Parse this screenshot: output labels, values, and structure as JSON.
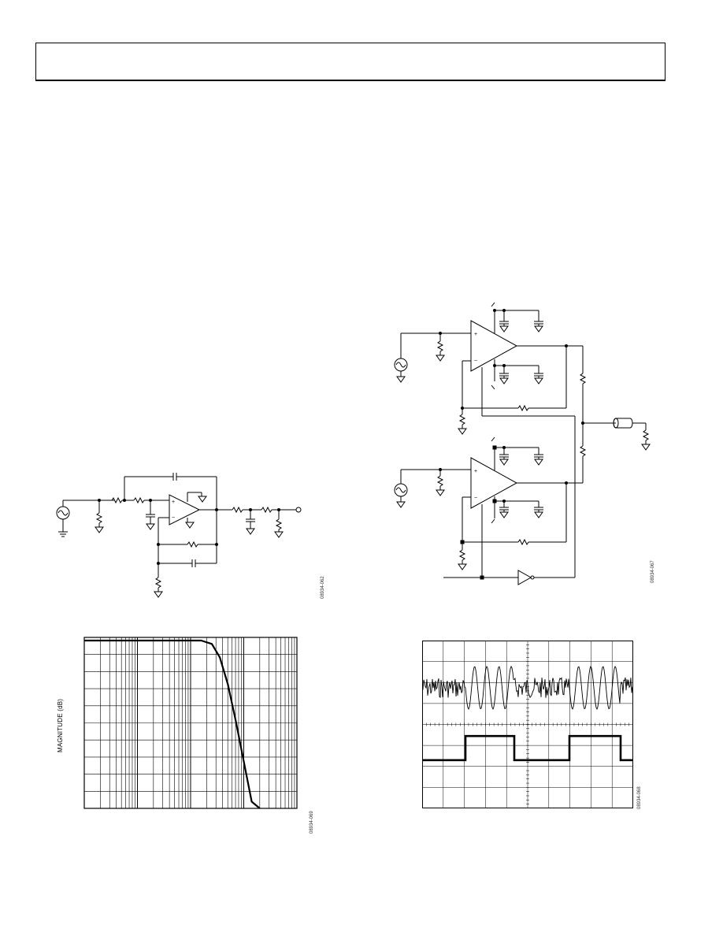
{
  "figure_codes": {
    "filter_schematic": "08934-062",
    "filter_response": "08934-069",
    "mux_schematic": "08934-067",
    "scope_capture": "08934-068"
  },
  "filter_response": {
    "ylabel": "MAGNITUDE (dB)"
  },
  "chart_data": [
    {
      "type": "line",
      "title": "",
      "xlabel": "",
      "ylabel": "MAGNITUDE (dB)",
      "x_scale": "log",
      "x_decades": 4,
      "y_divisions": 10,
      "series": [
        {
          "values": [
            [
              0.0,
              0.0
            ],
            [
              2.2,
              0.0
            ],
            [
              2.4,
              -0.2
            ],
            [
              2.55,
              -1.0
            ],
            [
              2.7,
              -2.6
            ],
            [
              2.85,
              -4.8
            ],
            [
              3.0,
              -7.2
            ],
            [
              3.15,
              -9.6
            ],
            [
              3.3,
              -10.0
            ]
          ]
        }
      ]
    },
    {
      "type": "line",
      "title": "",
      "grid_x_divisions": 10,
      "grid_y_divisions": 8,
      "series": [
        {
          "description_free": true,
          "values": []
        }
      ]
    }
  ]
}
